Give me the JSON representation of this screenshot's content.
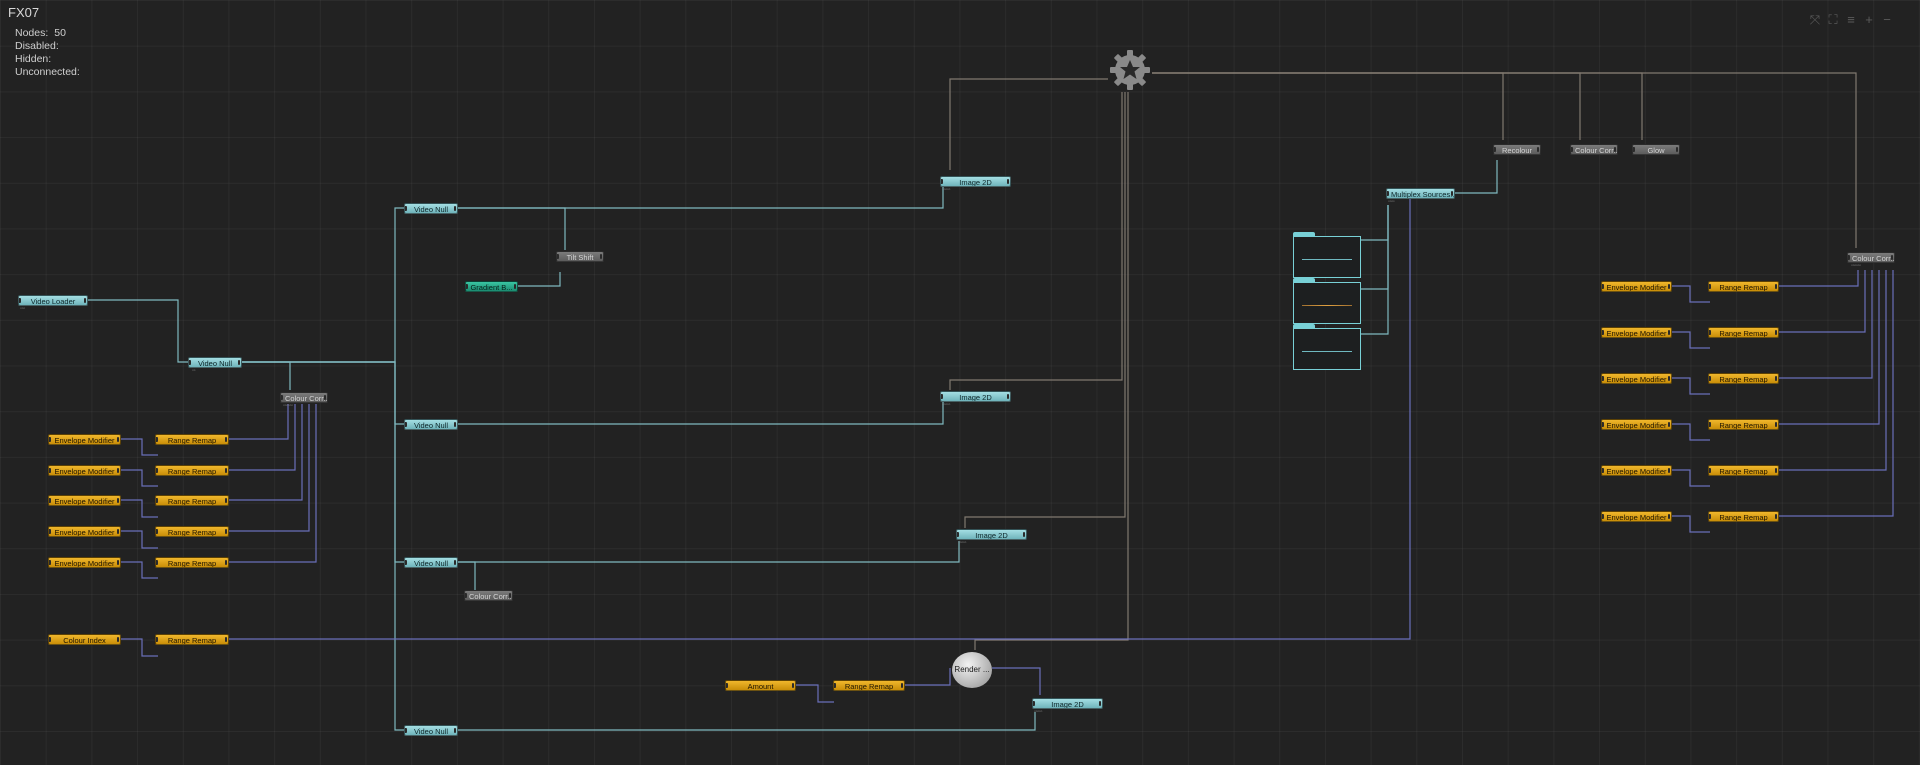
{
  "header": {
    "title": "FX07",
    "stats": [
      {
        "label": "Nodes:",
        "value": "50"
      },
      {
        "label": "Disabled:",
        "value": ""
      },
      {
        "label": "Hidden:",
        "value": ""
      },
      {
        "label": "Unconnected:",
        "value": ""
      }
    ]
  },
  "toolbar": {
    "fit_label": "⤧",
    "expand_label": "⛶",
    "list_label": "≡",
    "zoom_in_label": "+",
    "zoom_out_label": "−"
  },
  "nodes": {
    "video_loader": "Video Loader",
    "video_null_main": "Video Null",
    "colour_corr_left": "Colour Corr...",
    "env_l1": "Envelope Modifier",
    "env_l2": "Envelope Modifier",
    "env_l3": "Envelope Modifier",
    "env_l4": "Envelope Modifier",
    "env_l5": "Envelope Modifier",
    "rr_l1": "Range Remap",
    "rr_l2": "Range Remap",
    "rr_l3": "Range Remap",
    "rr_l4": "Range Remap",
    "rr_l5": "Range Remap",
    "colour_index": "Colour Index",
    "rr_colour_index": "Range Remap",
    "video_null_1": "Video Null",
    "video_null_2": "Video Null",
    "video_null_3": "Video Null",
    "video_null_4": "Video Null",
    "tilt_shift": "Tilt Shift",
    "gradient": "Gradient B...",
    "colour_corr_mid": "Colour Corr...",
    "image2d_1": "Image 2D",
    "image2d_2": "Image 2D",
    "image2d_3": "Image 2D",
    "image2d_4": "Image 2D",
    "amount": "Amount",
    "rr_amount": "Range Remap",
    "render": "Render ...",
    "multiplex": "Multiplex Sources...",
    "recolour": "Recolour",
    "colour_corr_top": "Colour Corr...",
    "glow": "Glow",
    "colour_corr_right": "Colour Corr...",
    "env_r1": "Envelope Modifier",
    "env_r2": "Envelope Modifier",
    "env_r3": "Envelope Modifier",
    "env_r4": "Envelope Modifier",
    "env_r5": "Envelope Modifier",
    "env_r6": "Envelope Modifier",
    "rr_r1": "Range Remap",
    "rr_r2": "Range Remap",
    "rr_r3": "Range Remap",
    "rr_r4": "Range Remap",
    "rr_r5": "Range Remap",
    "rr_r6": "Range Remap"
  },
  "colors": {
    "background": "#222222",
    "wire_video": "#8fd3db",
    "wire_param": "#6e73c2",
    "wire_root": "#8b8278",
    "modifier_node": "#e1a31b",
    "video_node": "#8ccbd1",
    "effect_node": "#6e6e6e",
    "gradient_node": "#2aa886"
  }
}
